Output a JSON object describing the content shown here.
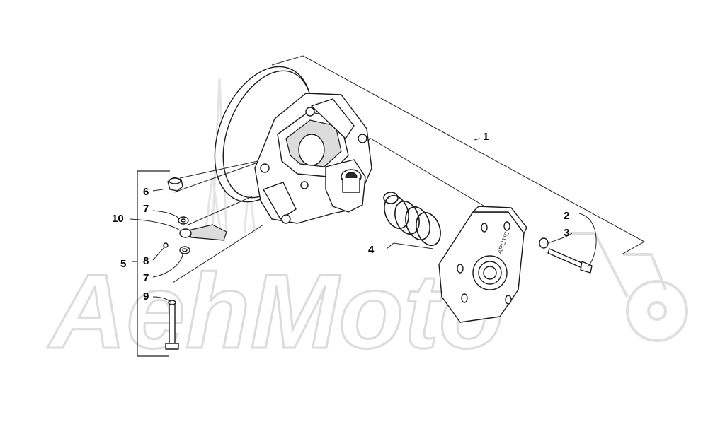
{
  "watermark": {
    "text": "AehMoto"
  },
  "callouts": [
    {
      "id": "1",
      "label": "1"
    },
    {
      "id": "2",
      "label": "2"
    },
    {
      "id": "3",
      "label": "3"
    },
    {
      "id": "4",
      "label": "4"
    },
    {
      "id": "5",
      "label": "5"
    },
    {
      "id": "6",
      "label": "6"
    },
    {
      "id": "7a",
      "label": "7"
    },
    {
      "id": "7b",
      "label": "7"
    },
    {
      "id": "8",
      "label": "8"
    },
    {
      "id": "9",
      "label": "9"
    },
    {
      "id": "10",
      "label": "10"
    }
  ],
  "cover_stamp": "ARCTIC"
}
